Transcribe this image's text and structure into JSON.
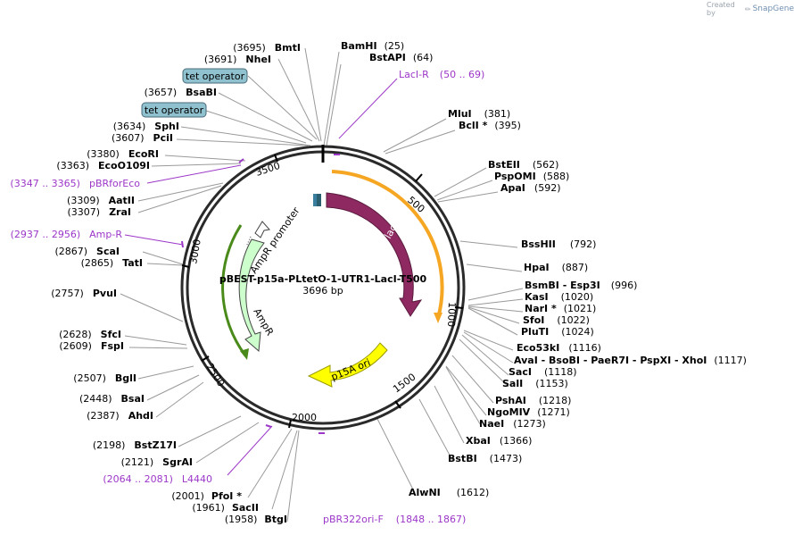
{
  "credit": {
    "prefix": "Created by",
    "brand": "SnapGene"
  },
  "plasmid": {
    "name": "pBEST-p15a-PLtetO-1-UTR1-LacI-T500",
    "size": "3696 bp"
  },
  "ticks": [
    "500",
    "1000",
    "1500",
    "2000",
    "2500",
    "3000",
    "3500"
  ],
  "features": [
    {
      "label": "lacI",
      "color": "#8e2a61"
    },
    {
      "label": "p15A ori",
      "color": "#ffff00"
    },
    {
      "label": "AmpR",
      "color": "#ccffcc"
    },
    {
      "label": "AmpR promoter",
      "color": "#ffffff"
    }
  ],
  "boxed_labels": [
    {
      "text": "tet operator"
    },
    {
      "text": "tet operator"
    }
  ],
  "sites": [
    {
      "id": "bamhi",
      "name": "BamHI",
      "pos": "(25)"
    },
    {
      "id": "bstapi",
      "name": "BstAPI",
      "pos": "(64)"
    },
    {
      "id": "laci-r",
      "name": "LacI-R",
      "pos": "(50 .. 69)"
    },
    {
      "id": "mlui",
      "name": "MluI",
      "pos": "(381)"
    },
    {
      "id": "bcli",
      "name": "BclI *",
      "pos": "(395)"
    },
    {
      "id": "bsteii",
      "name": "BstEII",
      "pos": "(562)"
    },
    {
      "id": "pspomi",
      "name": "PspOMI",
      "pos": "(588)"
    },
    {
      "id": "apai",
      "name": "ApaI",
      "pos": "(592)"
    },
    {
      "id": "bsshii",
      "name": "BssHII",
      "pos": "(792)"
    },
    {
      "id": "hpai",
      "name": "HpaI",
      "pos": "(887)"
    },
    {
      "id": "bsmbi",
      "name": "BsmBI - Esp3I",
      "pos": "(996)"
    },
    {
      "id": "kasi",
      "name": "KasI",
      "pos": "(1020)"
    },
    {
      "id": "nari",
      "name": "NarI *",
      "pos": "(1021)"
    },
    {
      "id": "sfoi",
      "name": "SfoI",
      "pos": "(1022)"
    },
    {
      "id": "pluti",
      "name": "PluTI",
      "pos": "(1024)"
    },
    {
      "id": "eco53ki",
      "name": "Eco53kI",
      "pos": "(1116)"
    },
    {
      "id": "avai",
      "name": "AvaI - BsoBI - PaeR7I - PspXI - XhoI",
      "pos": "(1117)"
    },
    {
      "id": "saci",
      "name": "SacI",
      "pos": "(1118)"
    },
    {
      "id": "sali",
      "name": "SalI",
      "pos": "(1153)"
    },
    {
      "id": "pshai",
      "name": "PshAI",
      "pos": "(1218)"
    },
    {
      "id": "ngomiv",
      "name": "NgoMIV",
      "pos": "(1271)"
    },
    {
      "id": "naei",
      "name": "NaeI",
      "pos": "(1273)"
    },
    {
      "id": "xbai",
      "name": "XbaI",
      "pos": "(1366)"
    },
    {
      "id": "bstbi",
      "name": "BstBI",
      "pos": "(1473)"
    },
    {
      "id": "alwni",
      "name": "AlwNI",
      "pos": "(1612)"
    },
    {
      "id": "pbr322ori-f",
      "name": "pBR322ori-F",
      "pos": "(1848 .. 1867)"
    },
    {
      "id": "btgi",
      "name": "BtgI",
      "pos": "(1958)"
    },
    {
      "id": "sacii",
      "name": "SacII",
      "pos": "(1961)"
    },
    {
      "id": "pfoi",
      "name": "PfoI *",
      "pos": "(2001)"
    },
    {
      "id": "l4440",
      "name": "L4440",
      "pos": "(2064 .. 2081)"
    },
    {
      "id": "sgrai",
      "name": "SgrAI",
      "pos": "(2121)"
    },
    {
      "id": "bstz17i",
      "name": "BstZ17I",
      "pos": "(2198)"
    },
    {
      "id": "ahdi",
      "name": "AhdI",
      "pos": "(2387)"
    },
    {
      "id": "bsai",
      "name": "BsaI",
      "pos": "(2448)"
    },
    {
      "id": "bgli",
      "name": "BglI",
      "pos": "(2507)"
    },
    {
      "id": "fspi",
      "name": "FspI",
      "pos": "(2609)"
    },
    {
      "id": "sfci",
      "name": "SfcI",
      "pos": "(2628)"
    },
    {
      "id": "pvui",
      "name": "PvuI",
      "pos": "(2757)"
    },
    {
      "id": "tati",
      "name": "TatI",
      "pos": "(2865)"
    },
    {
      "id": "scai",
      "name": "ScaI",
      "pos": "(2867)"
    },
    {
      "id": "amp-r",
      "name": "Amp-R",
      "pos": "(2937 .. 2956)"
    },
    {
      "id": "zrai",
      "name": "ZraI",
      "pos": "(3307)"
    },
    {
      "id": "aatii",
      "name": "AatII",
      "pos": "(3309)"
    },
    {
      "id": "pbrforeco",
      "name": "pBRforEco",
      "pos": "(3347 .. 3365)"
    },
    {
      "id": "eco0109i",
      "name": "EcoO109I",
      "pos": "(3363)"
    },
    {
      "id": "ecori",
      "name": "EcoRI",
      "pos": "(3380)"
    },
    {
      "id": "pcii",
      "name": "PciI",
      "pos": "(3607)"
    },
    {
      "id": "sphi",
      "name": "SphI",
      "pos": "(3634)"
    },
    {
      "id": "bsabi",
      "name": "BsaBI",
      "pos": "(3657)"
    },
    {
      "id": "nhei",
      "name": "NheI",
      "pos": "(3691)"
    },
    {
      "id": "bmti",
      "name": "BmtI",
      "pos": "(3695)"
    }
  ]
}
